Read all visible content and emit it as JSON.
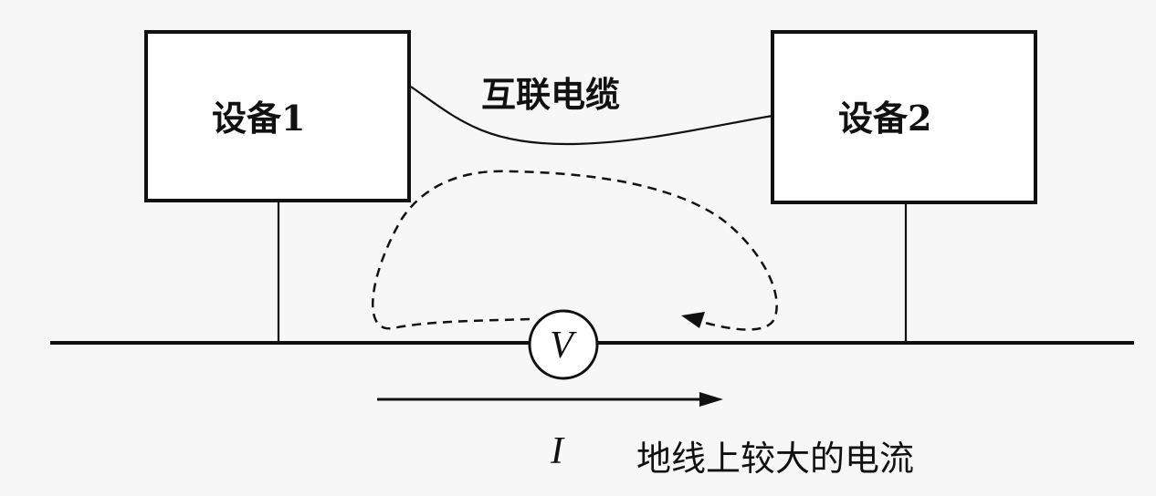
{
  "device1": {
    "label": "设备1"
  },
  "device2": {
    "label": "设备2"
  },
  "cable": {
    "label": "互联电缆"
  },
  "meter": {
    "label": "V"
  },
  "current": {
    "symbol": "I",
    "description": "地线上较大的电流"
  }
}
